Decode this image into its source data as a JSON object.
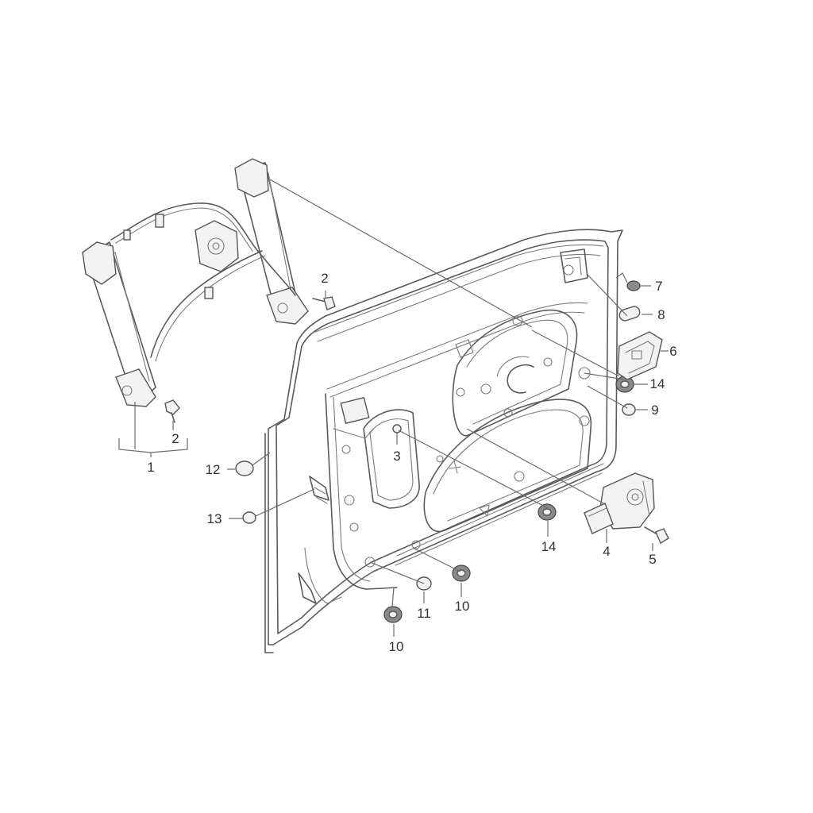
{
  "callouts": {
    "c1": "1",
    "c2a": "2",
    "c2b": "2",
    "c3": "3",
    "c4": "4",
    "c5": "5",
    "c6": "6",
    "c7": "7",
    "c8": "8",
    "c9": "9",
    "c10a": "10",
    "c10b": "10",
    "c11": "11",
    "c12": "12",
    "c13": "13",
    "c14a": "14",
    "c14b": "14"
  },
  "colors": {
    "line": "#5a5a5a",
    "background": "#ffffff"
  },
  "parts": [
    "window-regulator",
    "bolt",
    "expanding-rivet",
    "window-motor",
    "bolt",
    "control-unit",
    "cap",
    "grommet",
    "plug",
    "grommet",
    "plug",
    "cap",
    "cap",
    "grommet"
  ]
}
